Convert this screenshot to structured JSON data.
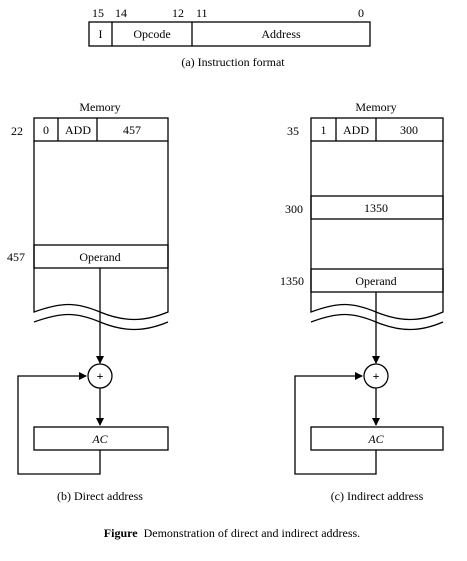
{
  "instruction_format": {
    "bit_labels": [
      "15",
      "14",
      "12",
      "11",
      "0"
    ],
    "fields": [
      "I",
      "Opcode",
      "Address"
    ],
    "caption": "(a) Instruction format"
  },
  "direct": {
    "memory_title": "Memory",
    "instr_address": "22",
    "instr_i": "0",
    "instr_opcode": "ADD",
    "instr_address_field": "457",
    "operand_address": "457",
    "operand_label": "Operand",
    "adder_symbol": "+",
    "ac_label": "AC",
    "caption": "(b) Direct address"
  },
  "indirect": {
    "memory_title": "Memory",
    "instr_address": "35",
    "instr_i": "1",
    "instr_opcode": "ADD",
    "instr_address_field": "300",
    "pointer_address": "300",
    "pointer_value": "1350",
    "operand_address": "1350",
    "operand_label": "Operand",
    "adder_symbol": "+",
    "ac_label": "AC",
    "caption": "(c) Indirect address"
  },
  "figure_caption": {
    "label": "Figure",
    "text": "Demonstration of direct and indirect address."
  }
}
